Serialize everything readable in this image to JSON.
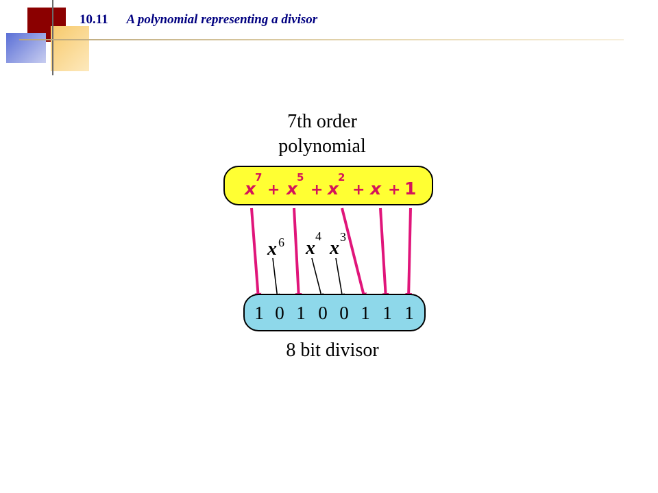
{
  "header": {
    "number": "10.11",
    "title": "A polynomial representing a divisor"
  },
  "diagram": {
    "top_label_line1": "7th order",
    "top_label_line2": "polynomial",
    "bottom_label": "8 bit divisor",
    "polynomial": {
      "terms": [
        {
          "base": "x",
          "exp": "7"
        },
        {
          "base": "x",
          "exp": "5"
        },
        {
          "base": "x",
          "exp": "2"
        },
        {
          "base": "x",
          "exp": ""
        }
      ],
      "plus": "+",
      "constant": "1"
    },
    "missing_terms": [
      {
        "base": "x",
        "exp": "6"
      },
      {
        "base": "x",
        "exp": "4"
      },
      {
        "base": "x",
        "exp": "3"
      }
    ],
    "bits": [
      "1",
      "0",
      "1",
      "0",
      "0",
      "1",
      "1",
      "1"
    ]
  },
  "colors": {
    "header_text": "#000080",
    "poly_fill": "#ffff33",
    "bits_fill": "#8ed8ea",
    "arrow_pink": "#e0157a",
    "arrow_black": "#000000"
  }
}
